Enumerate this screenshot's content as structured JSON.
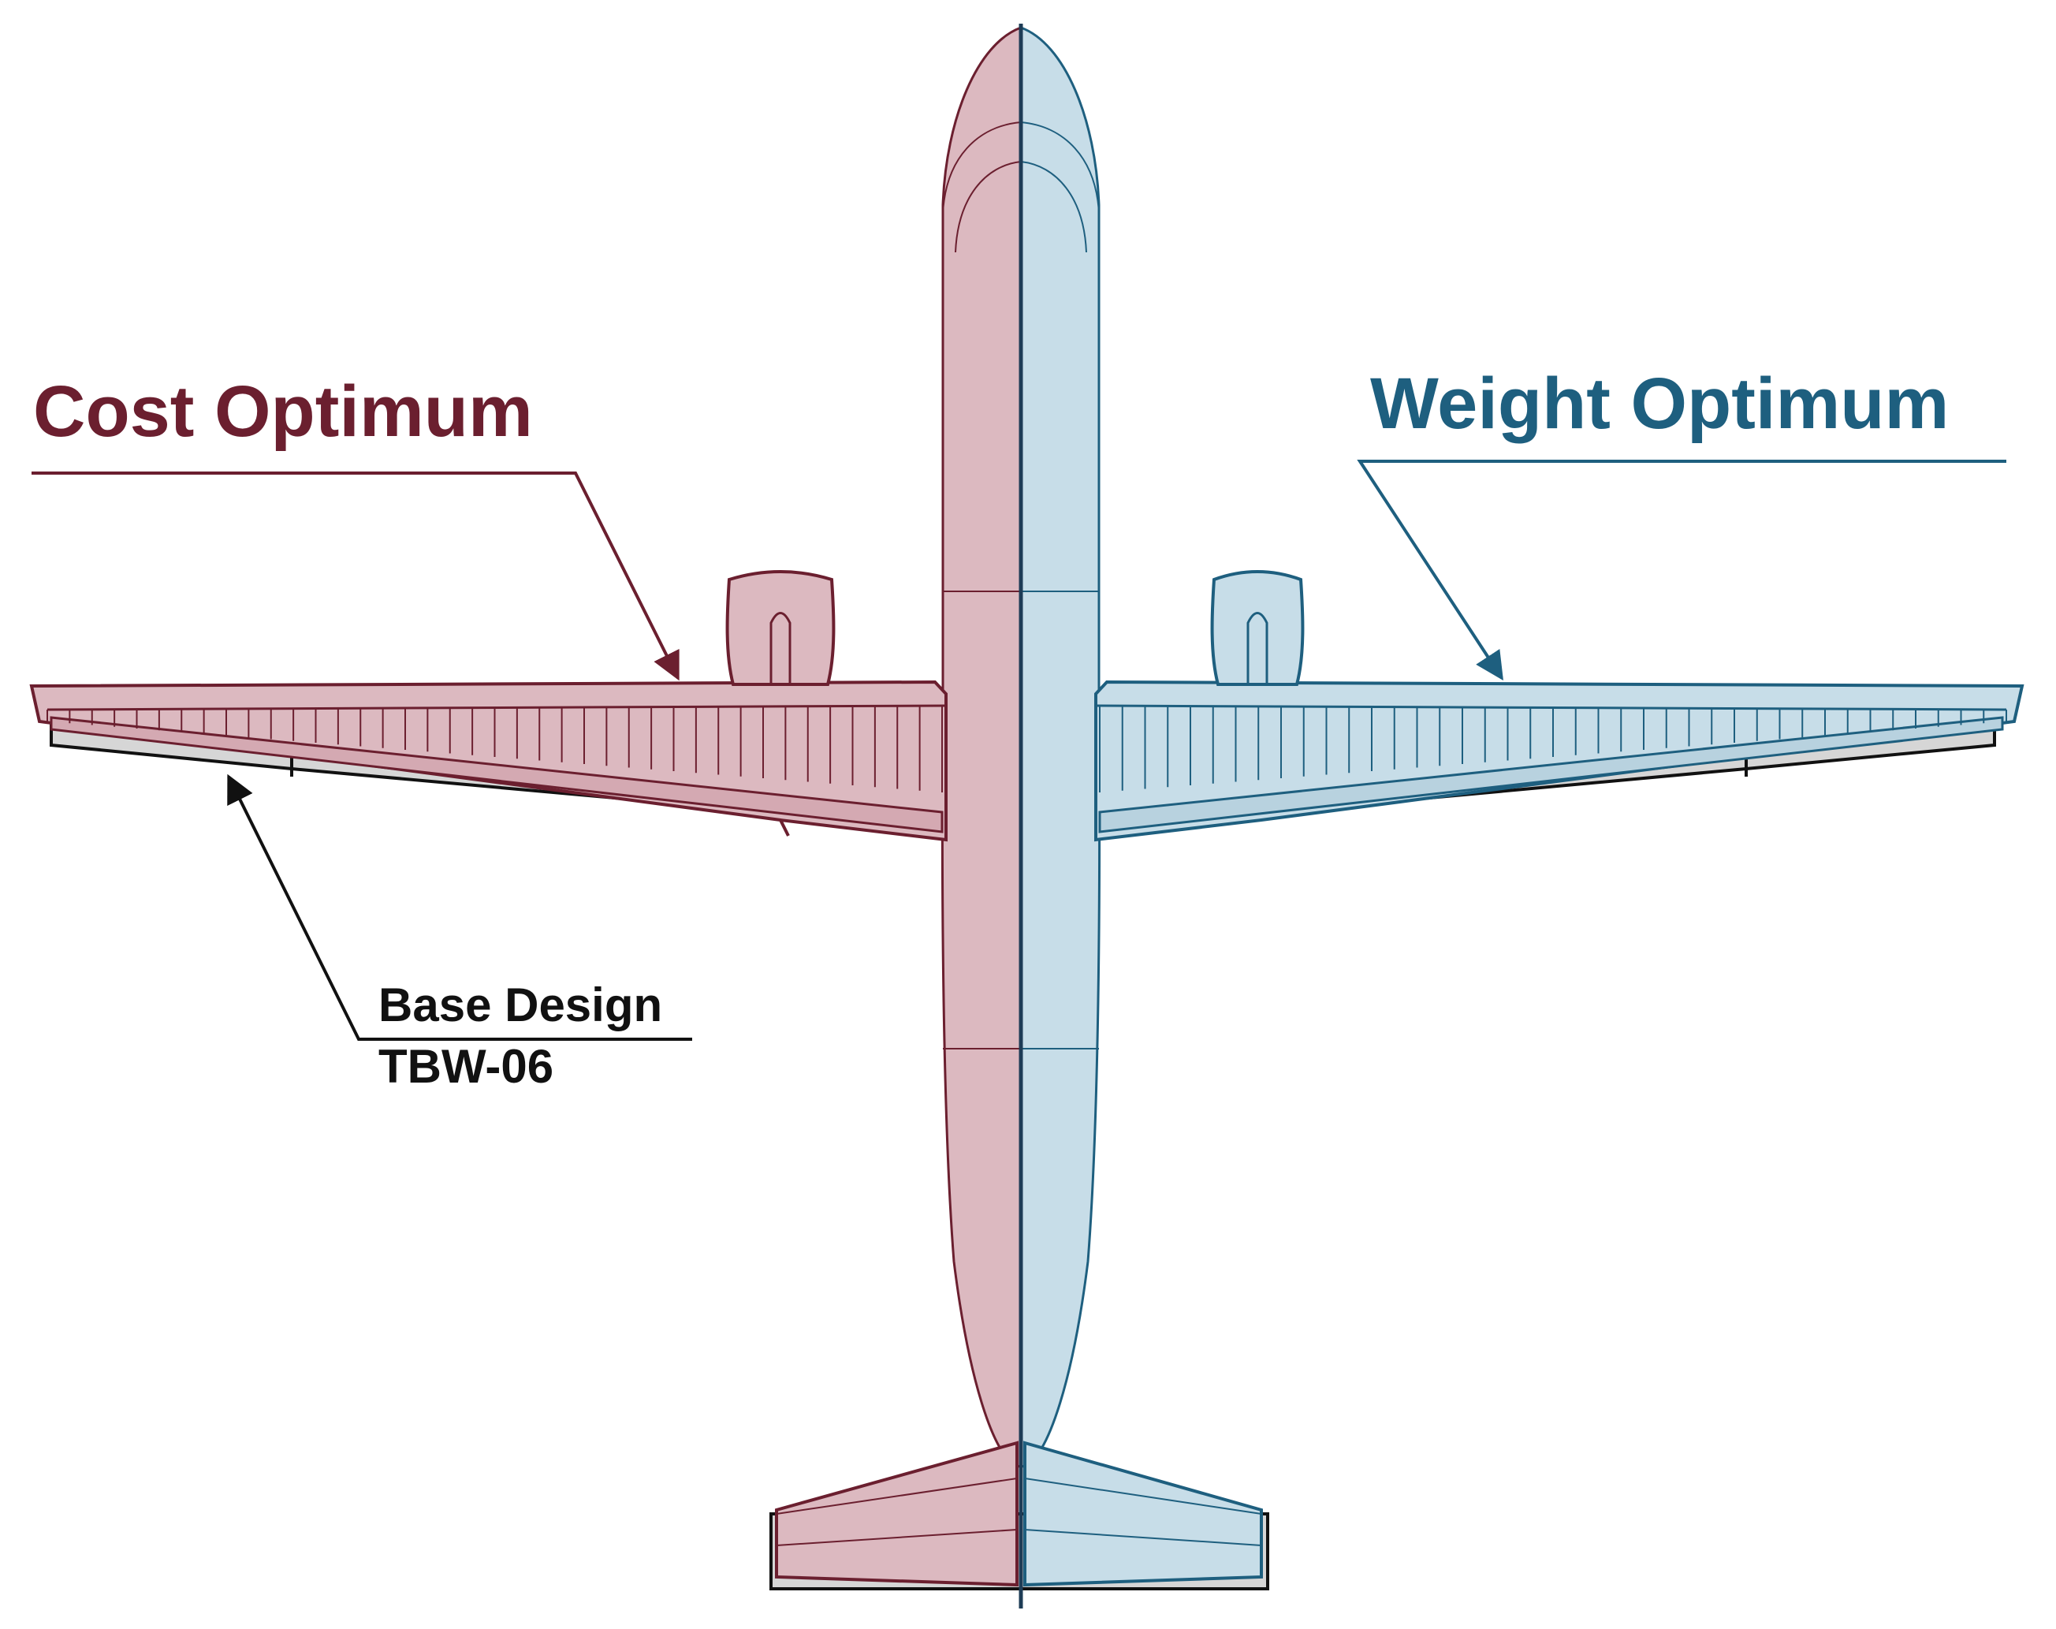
{
  "labels": {
    "cost_optimum": "Cost Optimum",
    "weight_optimum": "Weight Optimum",
    "base_design": "Base Design",
    "base_design_id": "TBW-06"
  },
  "colors": {
    "cost_stroke": "#6b1f2f",
    "cost_fill": "#dcb9c0",
    "weight_stroke": "#1e5f7f",
    "weight_fill": "#c7dde8",
    "base_stroke": "#111111",
    "base_fill": "#d6d6d6"
  }
}
